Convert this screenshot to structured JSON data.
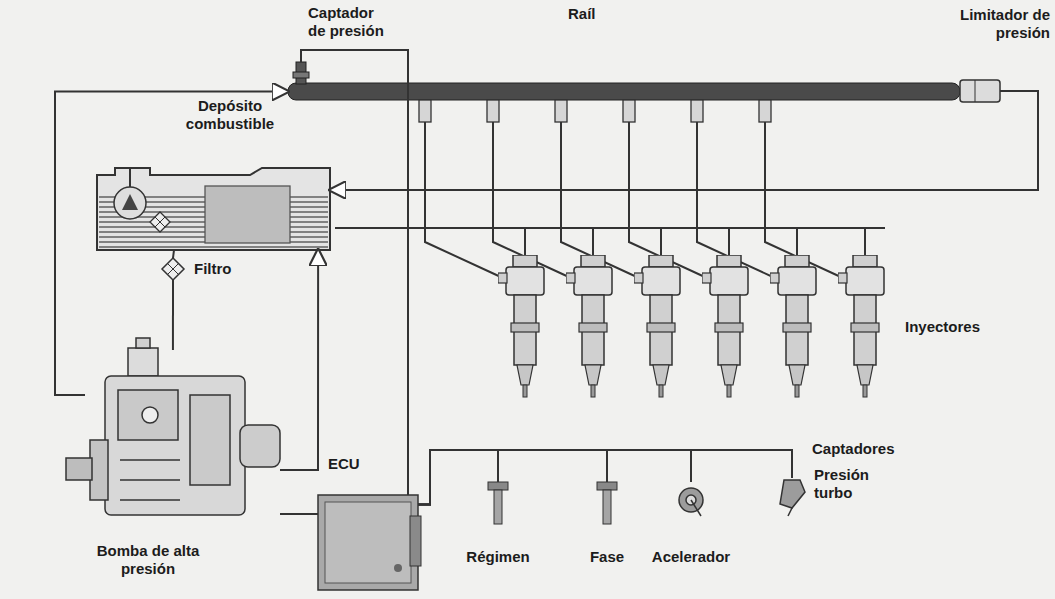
{
  "diagram": {
    "nodes": [
      {
        "text": [
          "Captador de presión"
        ]
      },
      {
        "text": [
          "Raíl"
        ]
      },
      {
        "text": [
          "Limitador de presión"
        ]
      },
      {
        "text": [
          "Depósito combustible"
        ]
      },
      {
        "text": [
          "Filtro"
        ]
      },
      {
        "text": [
          "Bomba de alta presión"
        ]
      },
      {
        "text": [
          "ECU"
        ]
      },
      {
        "text": [
          "Régimen"
        ]
      },
      {
        "text": [
          "Fase"
        ]
      },
      {
        "text": [
          "Acelerador"
        ]
      },
      {
        "text": [
          "Presión turbo"
        ]
      }
    ],
    "edges": [
      {
        "from": 3,
        "to": 4,
        "arrow": "none"
      },
      {
        "from": 4,
        "to": 5,
        "arrow": "none"
      },
      {
        "from": 5,
        "to": 1,
        "arrow": "to"
      },
      {
        "from": 2,
        "to": 3,
        "arrow": "to"
      },
      {
        "from": 5,
        "to": 3,
        "arrow": "to"
      },
      {
        "from": 6,
        "to": 5,
        "arrow": "none"
      },
      {
        "from": 6,
        "to": 0,
        "arrow": "none"
      },
      {
        "from": 6,
        "to": 7,
        "arrow": "none"
      },
      {
        "from": 6,
        "to": 8,
        "arrow": "none"
      },
      {
        "from": 6,
        "to": 9,
        "arrow": "none"
      },
      {
        "from": 6,
        "to": 10,
        "arrow": "none"
      }
    ],
    "labels": [
      "Inyectores",
      "Captadores"
    ]
  }
}
